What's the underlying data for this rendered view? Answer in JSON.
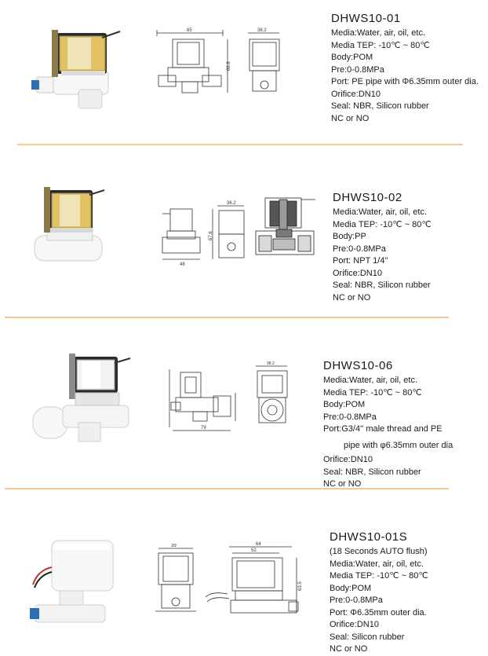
{
  "products": [
    {
      "model": "DHWS10-01",
      "specs": [
        "Media:Water, air, oil, etc.",
        "Media TEP: -10℃ ~ 80℃",
        "Body:POM",
        "Pre:0-0.8MPa",
        "Port: PE pipe with Φ6.35mm outer dia.",
        "Orifice:DN10",
        "Seal: NBR, Silicon rubber",
        "NC or NO"
      ],
      "dims": [
        "65",
        "36.2",
        "66.8"
      ]
    },
    {
      "model": "DHWS10-02",
      "specs": [
        "Media:Water, air, oil, etc.",
        "Media TEP: -10℃ ~ 80℃",
        "Body:PP",
        "Pre:0-0.8MPa",
        "Port: NPT 1/4''",
        "Orifice:DN10",
        "Seal: NBR, Silicon rubber",
        "NC or NO"
      ],
      "dims": [
        "36.2",
        "48",
        "67.6"
      ]
    },
    {
      "model": "DHWS10-06",
      "specs": [
        "Media:Water, air, oil, etc.",
        "Media TEP: -10℃ ~ 80℃",
        "Body:POM",
        "Pre:0-0.8MPa",
        "Port:G3/4'' male thread and PE",
        "pipe with φ6.35mm outer dia",
        "Orifice:DN10",
        "Seal: NBR, Silicon rubber",
        "NC or NO"
      ],
      "dims": [
        "38.2",
        "79"
      ]
    },
    {
      "model": "DHWS10-01S",
      "specs": [
        "(18 Seconds AUTO flush)",
        "Media:Water, air, oil, etc.",
        "Media TEP: -10℃ ~ 80℃",
        "Body:POM",
        "Pre:0-0.8MPa",
        "Port: Φ6.35mm outer dia.",
        "Orifice:DN10",
        "Seal: Silicon rubber",
        "NC or NO"
      ],
      "dims": [
        "39",
        "64",
        "52",
        "63.5"
      ]
    }
  ]
}
